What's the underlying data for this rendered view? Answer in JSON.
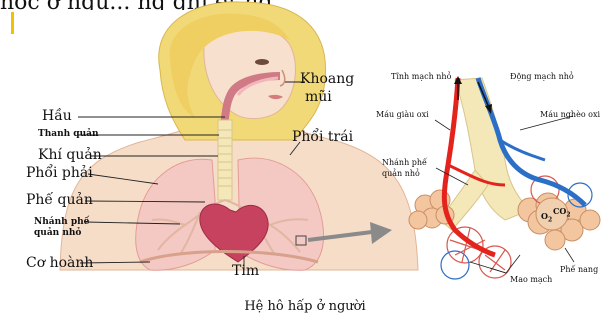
{
  "cut_top_text": "học ở     ngụ...                      ng   ghi   ết   ng",
  "labels_left": {
    "hau": "Hầu",
    "thanh_quan": "Thanh quản",
    "khi_quan": "Khí quản",
    "phoi_phai": "Phổi phải",
    "phe_quan": "Phế quản",
    "nhanh_phe_quan_nho_1": "Nhánh phế",
    "nhanh_phe_quan_nho_2": "quản nhỏ",
    "co_hoanh": "Cơ hoành",
    "tim": "Tim",
    "khoang_mui_1": "Khoang",
    "khoang_mui_2": "mũi",
    "phoi_trai": "Phổi trái"
  },
  "labels_right": {
    "tinh_mach_nho": "Tĩnh mạch nhỏ",
    "dong_mach_nho": "Động mạch nhỏ",
    "mau_giau_oxi": "Máu giàu oxi",
    "mau_ngheo_oxi": "Máu nghèo oxi",
    "nhanh_phe_quan_nho_1": "Nhánh phế",
    "nhanh_phe_quan_nho_2": "quản nhỏ",
    "phe_nang": "Phế nang",
    "mao_mach": "Mao mạch",
    "o2": "O",
    "co2": "CO"
  },
  "caption": "Hệ hô hấp ở người",
  "colors": {
    "skin": "#f6ddc8",
    "skin_shade": "#e9b999",
    "hair": "#f2d978",
    "hair_shade": "#d9b64c",
    "lung": "#f4c9c4",
    "heart": "#c7425e",
    "trachea": "#f4e7b8",
    "artery": "#e3231c",
    "vein": "#2b6fc7",
    "alveoli": "#d9574f",
    "arrow": "#8a8a8a"
  }
}
